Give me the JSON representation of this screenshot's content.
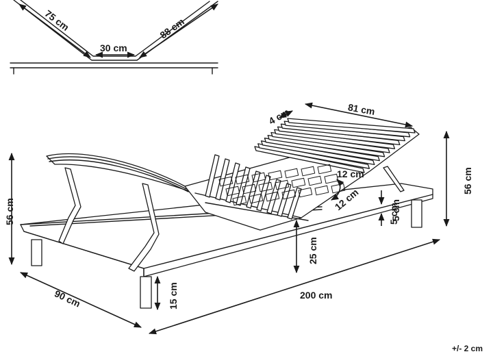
{
  "profile": {
    "left_segment": "75 cm",
    "right_segment": "88 cm",
    "middle_segment": "30 cm"
  },
  "dimensions": {
    "head_slat_width": "4 cm",
    "head_length": "81 cm",
    "total_height_right": "56 cm",
    "total_height_left": "56 cm",
    "zone_width": "12 cm",
    "zone_depth": "12 cm",
    "frame_height": "5 cm",
    "slat_height": "25 cm",
    "leg_height": "15 cm",
    "width": "90 cm",
    "length": "200 cm"
  },
  "tolerance": "+/- 2 cm"
}
